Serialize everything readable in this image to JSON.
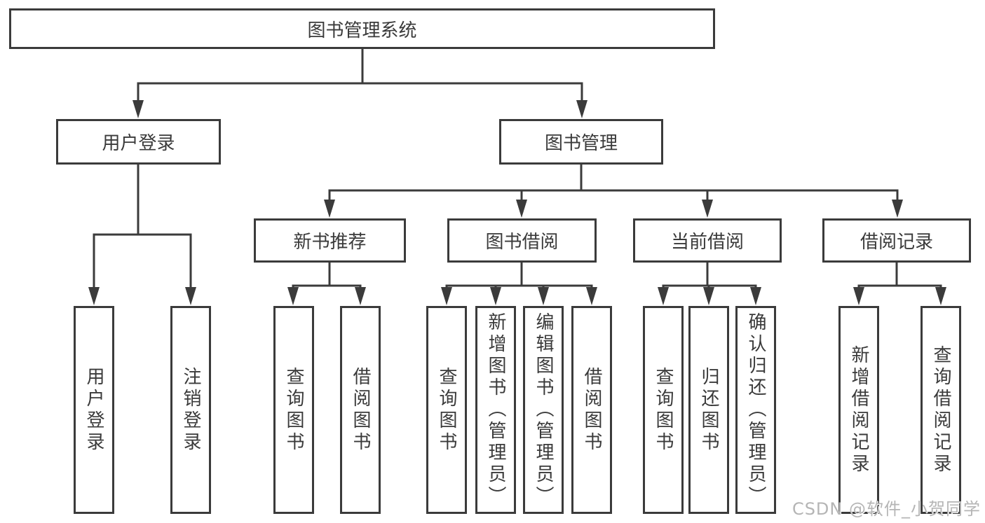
{
  "tree": {
    "root": "图书管理系统",
    "children": [
      {
        "label": "用户登录",
        "children": [
          {
            "label": "用户登录"
          },
          {
            "label": "注销登录"
          }
        ]
      },
      {
        "label": "图书管理",
        "children": [
          {
            "label": "新书推荐",
            "children": [
              {
                "label": "查询图书"
              },
              {
                "label": "借阅图书"
              }
            ]
          },
          {
            "label": "图书借阅",
            "children": [
              {
                "label": "查询图书"
              },
              {
                "label": "新增图书（管理员）"
              },
              {
                "label": "编辑图书（管理员）"
              },
              {
                "label": "借阅图书"
              }
            ]
          },
          {
            "label": "当前借阅",
            "children": [
              {
                "label": "查询图书"
              },
              {
                "label": "归还图书"
              },
              {
                "label": "确认归还（管理员）"
              }
            ]
          },
          {
            "label": "借阅记录",
            "children": [
              {
                "label": "新增借阅记录"
              },
              {
                "label": "查询借阅记录"
              }
            ]
          }
        ]
      }
    ]
  },
  "watermark": "CSDN @软件_小贺同学",
  "colors": {
    "line": "#3b3b3b",
    "text": "#3a3a3a",
    "watermark": "#b5b5b5",
    "background": "#ffffff"
  }
}
